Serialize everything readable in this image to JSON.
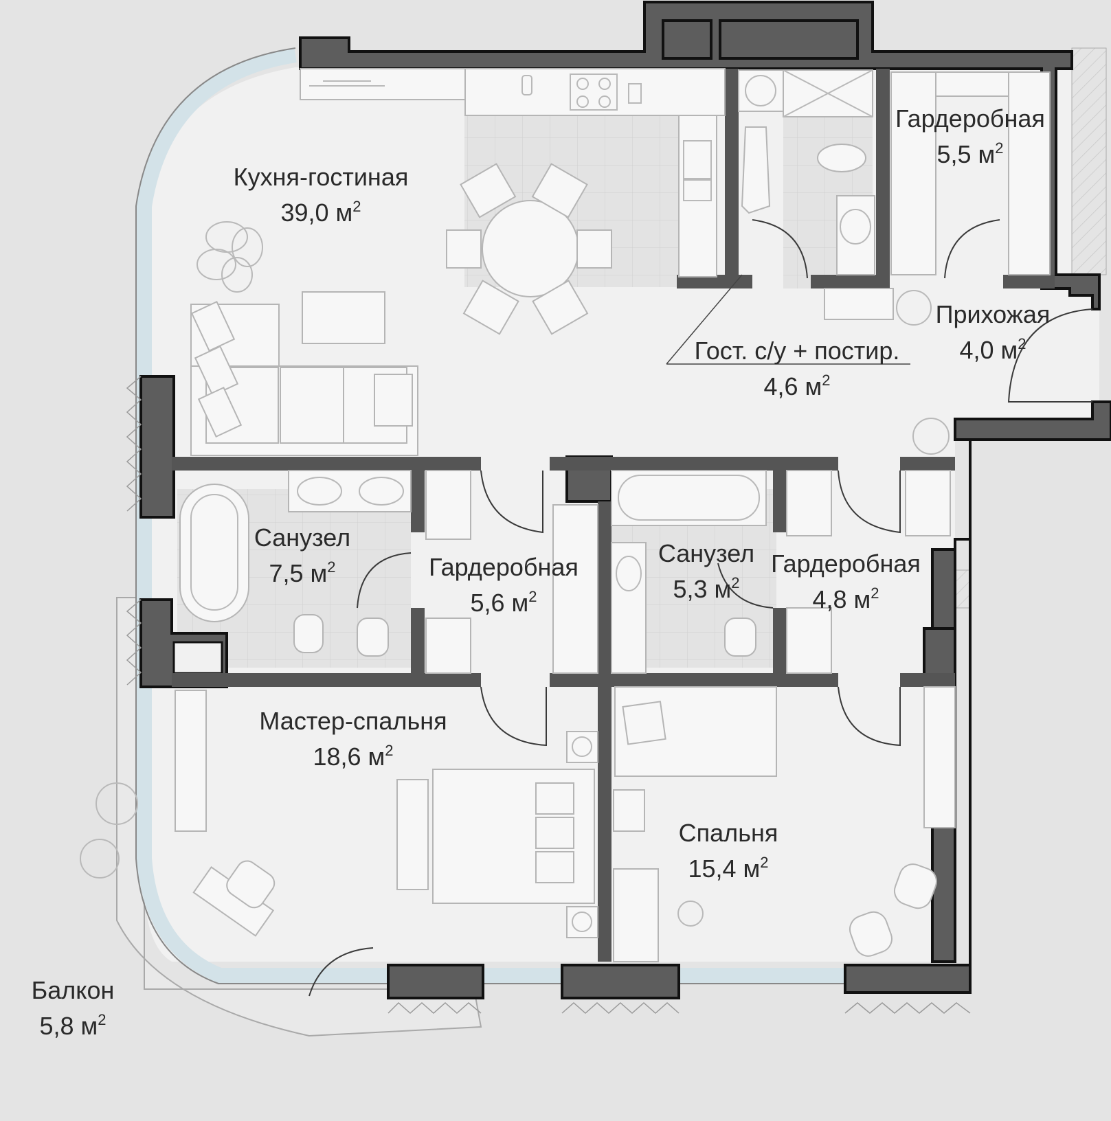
{
  "plan": {
    "area_unit": "м",
    "area_unit_exp": "2",
    "rooms": [
      {
        "name": "Кухня-гостиная",
        "area": "39,0"
      },
      {
        "name": "Гардеробная",
        "area": "5,5"
      },
      {
        "name": "Прихожая",
        "area": "4,0"
      },
      {
        "name": "Гост. с/у + постир.",
        "area": "4,6"
      },
      {
        "name": "Санузел",
        "area": "7,5"
      },
      {
        "name": "Гардеробная",
        "area": "5,6"
      },
      {
        "name": "Санузел",
        "area": "5,3"
      },
      {
        "name": "Гардеробная",
        "area": "4,8"
      },
      {
        "name": "Мастер-спальня",
        "area": "18,6"
      },
      {
        "name": "Спальня",
        "area": "15,4"
      },
      {
        "name": "Балкон",
        "area": "5,8"
      }
    ]
  },
  "colors": {
    "background": "#e4e4e4",
    "floor": "#f1f1f1",
    "tile": "#e2e2e2",
    "wall": "#5d5d5d",
    "glazing": "#d9e6ea"
  }
}
